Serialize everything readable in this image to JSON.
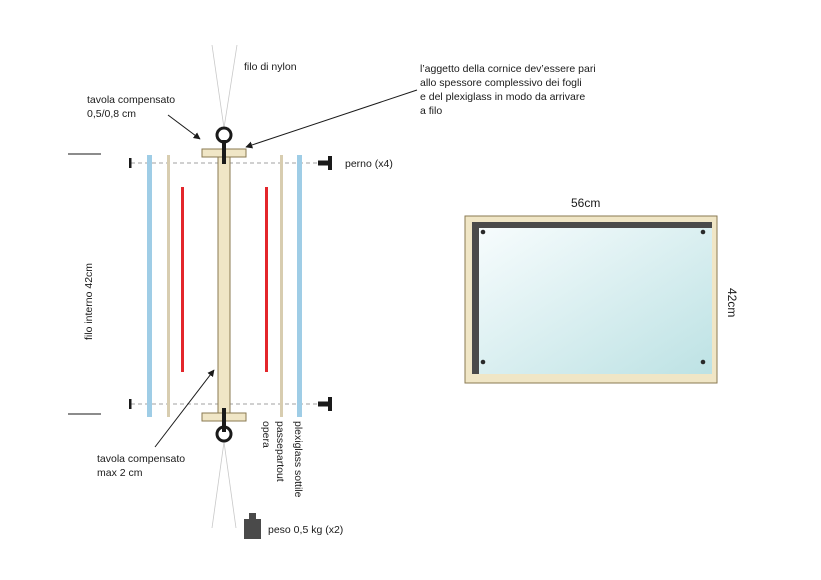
{
  "labels": {
    "nylon_thread": "filo di nylon",
    "board_top_line1": "tavola compensato",
    "board_top_line2": "0,5/0,8 cm",
    "frame_note_line1": "l’aggetto della cornice dev’essere pari",
    "frame_note_line2": "allo spessore complessivo dei fogli",
    "frame_note_line3": "e del plexiglass in modo da arrivare",
    "frame_note_line4": "a filo",
    "pin": "perno (x4)",
    "inner_height": "filo interno 42cm",
    "board_bottom_line1": "tavola compensato",
    "board_bottom_line2": "max 2 cm",
    "passepartout": "passepartout",
    "artwork": "opera",
    "plexiglass": "plexiglass sottile",
    "weight": "peso 0,5 kg (x2)",
    "frame_width": "56cm",
    "frame_height": "42cm"
  },
  "colors": {
    "wood": "#f0e6c6",
    "wood_stroke": "#8a7a52",
    "plexiglass": "#9fcde6",
    "passepartout": "#d8cdb0",
    "artwork": "#e3262b",
    "pin_line": "#9a9a9a",
    "glass_top": "#f5fbfd",
    "glass_bottom": "#bfe3e6",
    "dark": "#2a2a2a",
    "weight": "#4a4a4a"
  }
}
